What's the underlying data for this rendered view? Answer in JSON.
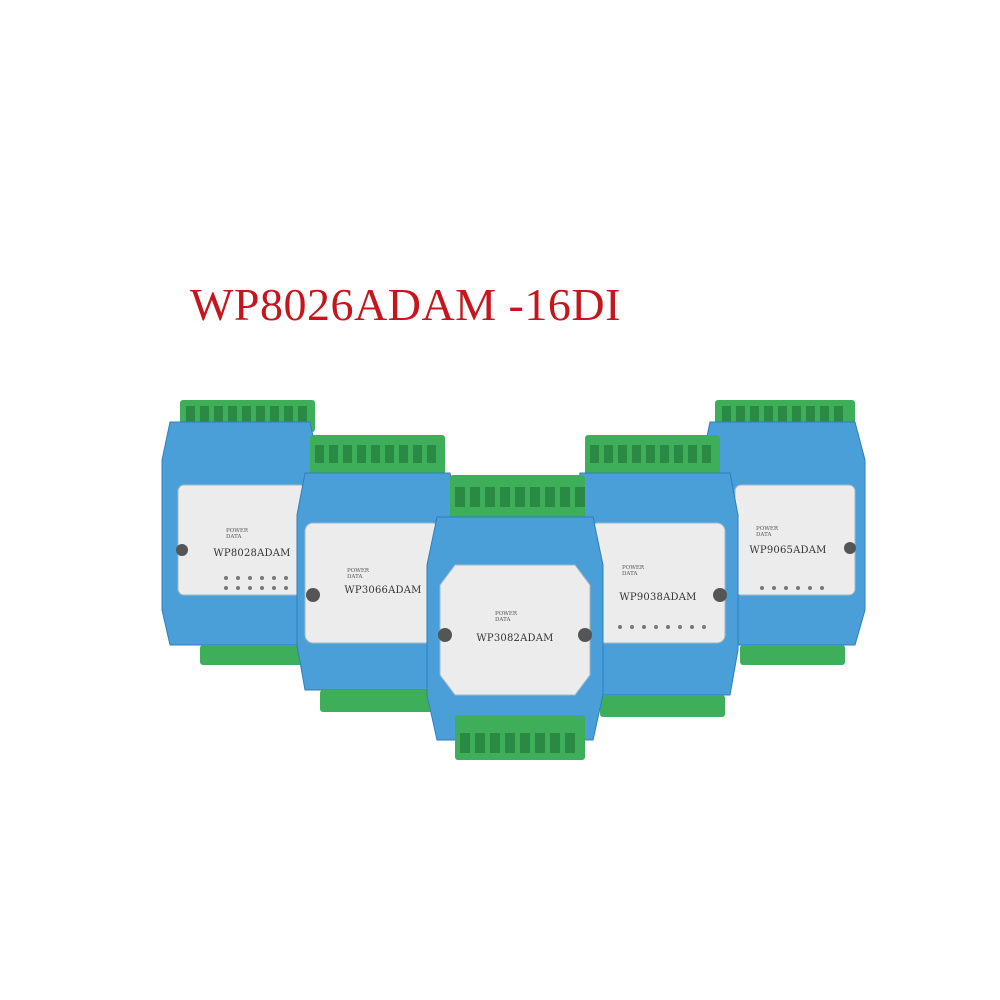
{
  "headline": {
    "text": "WP8026ADAM -16DI",
    "color": "#c4161c"
  },
  "colors": {
    "housing": "#4a9fd8",
    "housing_dark": "#2f7fbd",
    "terminal_green": "#3fae5a",
    "terminal_dark": "#2a8a44",
    "faceplate": "#ececec"
  },
  "modules": [
    {
      "model": "WP8028ADAM",
      "indicator_1": "POWER",
      "indicator_2": "DATA"
    },
    {
      "model": "WP3066ADAM",
      "indicator_1": "POWER",
      "indicator_2": "DATA"
    },
    {
      "model": "WP3082ADAM",
      "indicator_1": "POWER",
      "indicator_2": "DATA"
    },
    {
      "model": "WP9038ADAM",
      "indicator_1": "POWER",
      "indicator_2": "DATA"
    },
    {
      "model": "WP9065ADAM",
      "indicator_1": "POWER",
      "indicator_2": "DATA"
    }
  ]
}
